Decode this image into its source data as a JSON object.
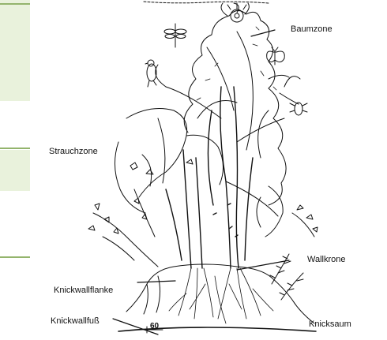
{
  "labels": {
    "baumzone": "Baumzone",
    "strauchzone": "Strauchzone",
    "wallkrone": "Wallkrone",
    "knickwallflanke": "Knickwallflanke",
    "knickwallfuss": "Knickwallfuß",
    "knicksaum": "Knicksaum",
    "measure": "60"
  },
  "colors": {
    "panel": "#e9f2dc",
    "panel_line": "#93b46c",
    "ink": "#111111"
  }
}
